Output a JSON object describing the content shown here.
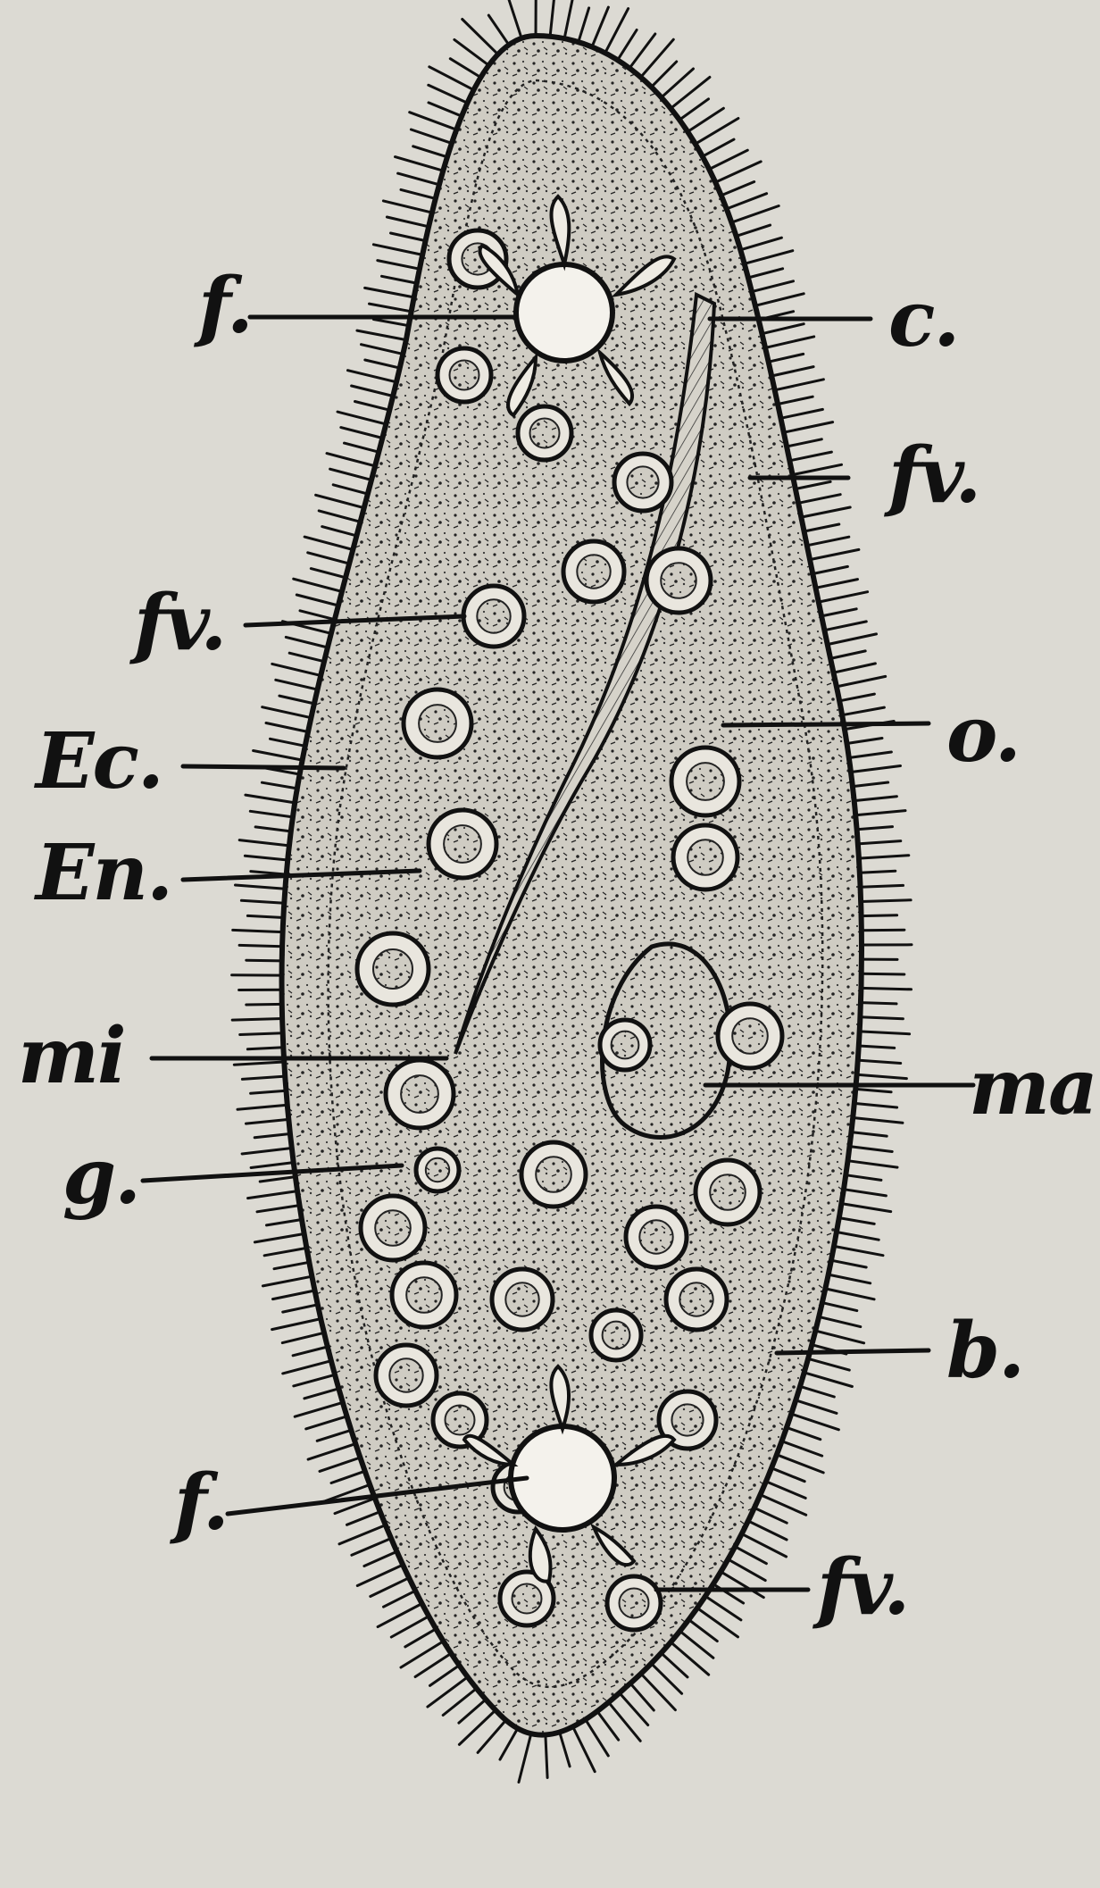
{
  "figure": {
    "labels": {
      "f_top": "f.",
      "c": "c.",
      "fv_right_upper": "fv.",
      "fv_left": "fv.",
      "ec": "Ec.",
      "en": "En.",
      "o": "o.",
      "mi": "mi",
      "ma": "ma.",
      "g": "g.",
      "b": "b.",
      "f_bottom": "f.",
      "fv_bottom": "fv."
    },
    "colors": {
      "paper": "#dcdad3",
      "ink": "#111111",
      "vacuole_fill": "#f4f2ec",
      "cytoplasm": "#cfccc3"
    }
  }
}
